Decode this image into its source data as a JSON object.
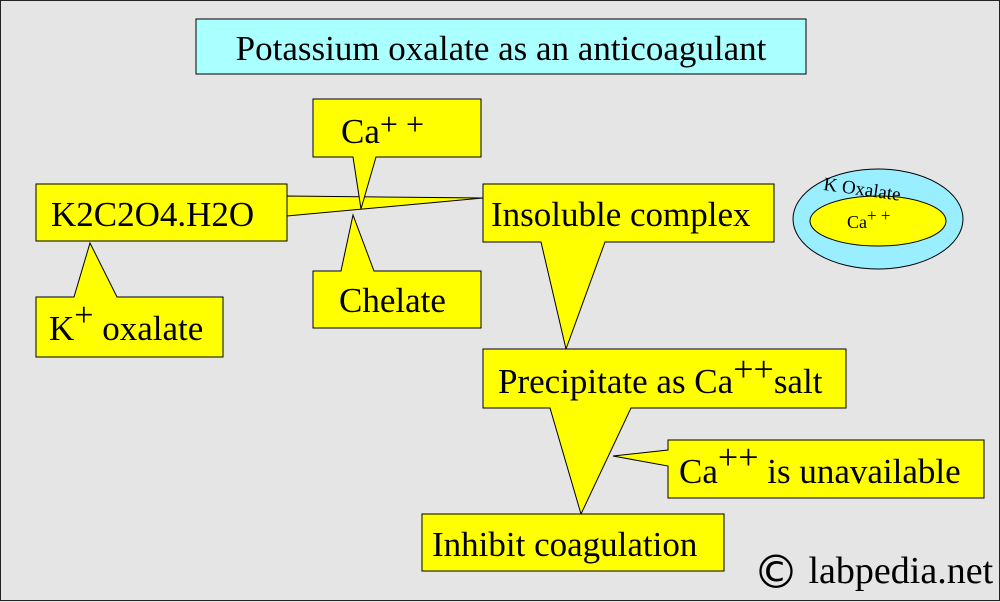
{
  "title": "Potassium oxalate as an anticoagulant",
  "nodes": {
    "formula": "K2C2O4.H2O",
    "calcium": {
      "base": "Ca",
      "sup": "+ +"
    },
    "chelate": "Chelate",
    "k_oxalate": {
      "base": "K",
      "sup": "+",
      "rest": "oxalate"
    },
    "insoluble": "Insoluble complex",
    "precipitate": {
      "pre": "Precipitate as Ca",
      "sup": "++",
      "post": "salt"
    },
    "unavailable": {
      "base": "Ca",
      "sup": "++",
      "post": " is unavailable"
    },
    "inhibit": "Inhibit coagulation"
  },
  "ellipse": {
    "outer_label": "K Oxalate",
    "inner_base": "Ca",
    "inner_sup": "+ +"
  },
  "watermark": {
    "symbol": "©",
    "text": "labpedia.net"
  },
  "colors": {
    "background": "#e5e5e5",
    "title_fill": "#aaffff",
    "box_fill": "#ffff00",
    "ellipse_outer": "#99eeff",
    "ellipse_inner": "#ffff00",
    "stroke": "#000000"
  }
}
